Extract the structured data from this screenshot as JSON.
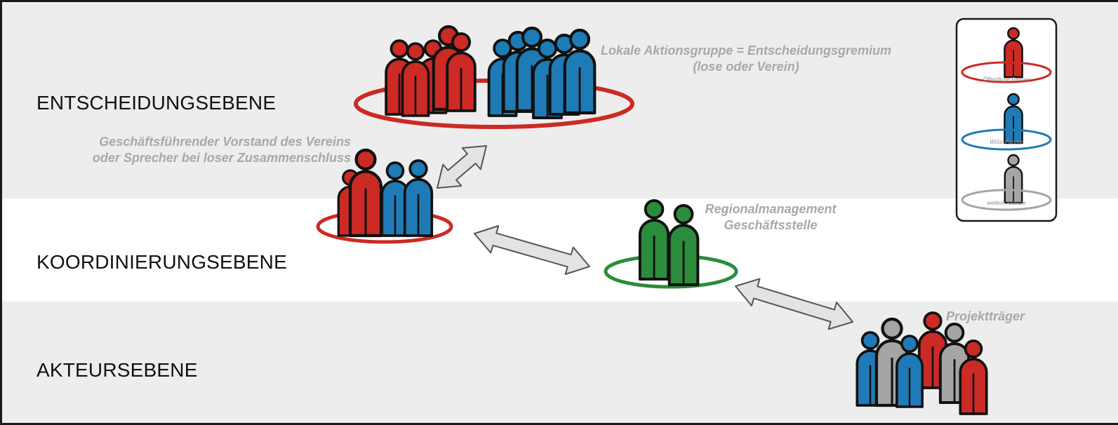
{
  "levels": {
    "decision": "ENTSCHEIDUNGSEBENE",
    "coordination": "KOORDINIERUNGSEBENE",
    "actors": "AKTEURSEBENE"
  },
  "annotations": {
    "lag_line1": "Lokale Aktionsgruppe = Entscheidungsgremium",
    "lag_line2": "(lose oder Verein)",
    "board_line1": "Geschäftsführender Vorstand des Vereins",
    "board_line2": "oder Sprecher bei loser Zusammenschluss",
    "regio_line1": "Regionalmanagement",
    "regio_line2": "Geschäftsstelle",
    "projects": "Projektträger"
  },
  "legend": {
    "public": "Öffentliche Partner",
    "wiso": "WiSo-Partner",
    "other": "weitere Akteure"
  },
  "colors": {
    "public": "#cc2a24",
    "wiso": "#1f7bb6",
    "other": "#a5a5a5",
    "management": "#2b8c3c",
    "arrow_fill": "#e3e3e3",
    "arrow_stroke": "#555555",
    "band_shade": "#ededed"
  }
}
